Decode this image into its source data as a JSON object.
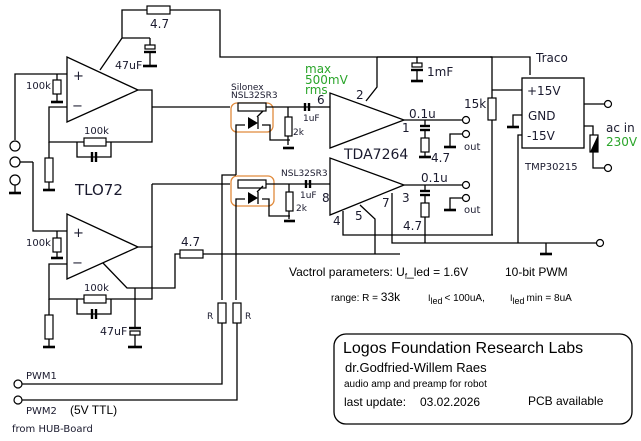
{
  "diagram": {
    "type": "circuit-schematic",
    "title_block": {
      "organization": "Logos Foundation Research Labs",
      "author": "dr.Godfried-Willem Raes",
      "description": "audio amp and preamp for  robot",
      "last_update_label": "last update:",
      "last_update_date": "03.02.2026",
      "note": "PCB available"
    },
    "components": {
      "preamp_ic": "TLO72",
      "power_amp_ic": "TDA7264",
      "vactrol_brand": "Silonex",
      "vactrol_part": "NSL32SR3",
      "vactrol_part_2": "NSL32SR3",
      "psu_brand": "Traco",
      "psu_part": "TMP30215"
    },
    "labels": {
      "r_feedback_top": "4.7",
      "c_top": "47uF",
      "r_in_top": "100k",
      "r_fb_top": "100k",
      "r_in_bottom": "100k",
      "r_fb_bottom": "100k",
      "r_out_bottom": "4.7",
      "c_bottom": "47uF",
      "r_vactrol_1": "2k",
      "r_vactrol_2": "2k",
      "c_coupling_1": "1uF",
      "c_coupling_2": "1uF",
      "c_supply": "1mF",
      "r_supply": "15k",
      "c_out_1": "0.1u",
      "c_out_2": "0.1u",
      "r_out_1": "4.7",
      "r_out_2": "4.7",
      "r_pwm_1": "R",
      "r_pwm_2": "R",
      "out_1": "out",
      "out_2": "out",
      "plus": "+",
      "minus": "−",
      "max_line1": "max",
      "max_line2": "500mV",
      "max_line3": "rms"
    },
    "pins": {
      "p1": "1",
      "p2": "2",
      "p3": "3",
      "p4": "4",
      "p5": "5",
      "p6": "6",
      "p7": "7",
      "p8": "8"
    },
    "psu": {
      "plus": "+15V",
      "gnd": "GND",
      "minus": "-15V",
      "ac_label": "ac in",
      "ac_voltage": "230V"
    },
    "inputs": {
      "pwm1": "PWM1",
      "pwm2": "PWM2",
      "pwm_note": "(5V TTL)",
      "source": "from HUB-Board"
    },
    "vactrol_params": {
      "heading": "Vactrol parameters: U",
      "sub_f": "f",
      "led_eq": "_led = 1.6V",
      "pwm": "10-bit PWM",
      "range_label": "range:  R = ",
      "range_value": "33k",
      "i1": "I",
      "i1_sub": "led",
      "i1_text": "< 100uA,",
      "i2": "I",
      "i2_sub": "led",
      "i2_text": "min = 8uA"
    },
    "colors": {
      "green_annotation": "#2aa52a",
      "vactrol_outline": "#e08a3c"
    }
  }
}
